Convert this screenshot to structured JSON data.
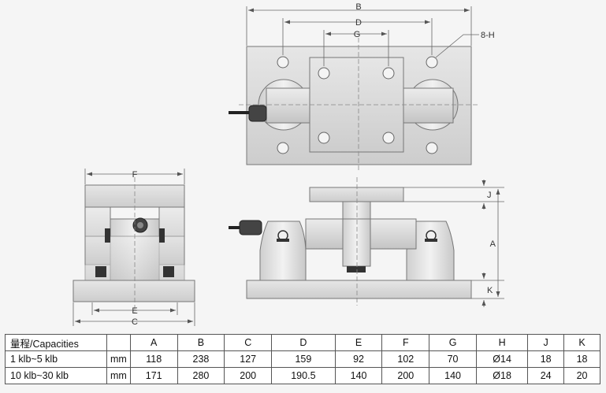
{
  "dimension_labels": {
    "B": "B",
    "D": "D",
    "G": "G",
    "H": "8-H",
    "F": "F",
    "E": "E",
    "C": "C",
    "J": "J",
    "A": "A",
    "K": "K"
  },
  "spec_table": {
    "header": {
      "title": "量程/Capacities",
      "unit": "",
      "cols": [
        "A",
        "B",
        "C",
        "D",
        "E",
        "F",
        "G",
        "H",
        "J",
        "K"
      ]
    },
    "rows": [
      {
        "capacity": "1 klb~5 klb",
        "unit": "mm",
        "values": [
          "118",
          "238",
          "127",
          "159",
          "92",
          "102",
          "70",
          "Ø14",
          "18",
          "18"
        ]
      },
      {
        "capacity": "10 klb~30 klb",
        "unit": "mm",
        "values": [
          "171",
          "280",
          "200",
          "190.5",
          "140",
          "200",
          "140",
          "Ø18",
          "24",
          "20"
        ]
      }
    ]
  }
}
